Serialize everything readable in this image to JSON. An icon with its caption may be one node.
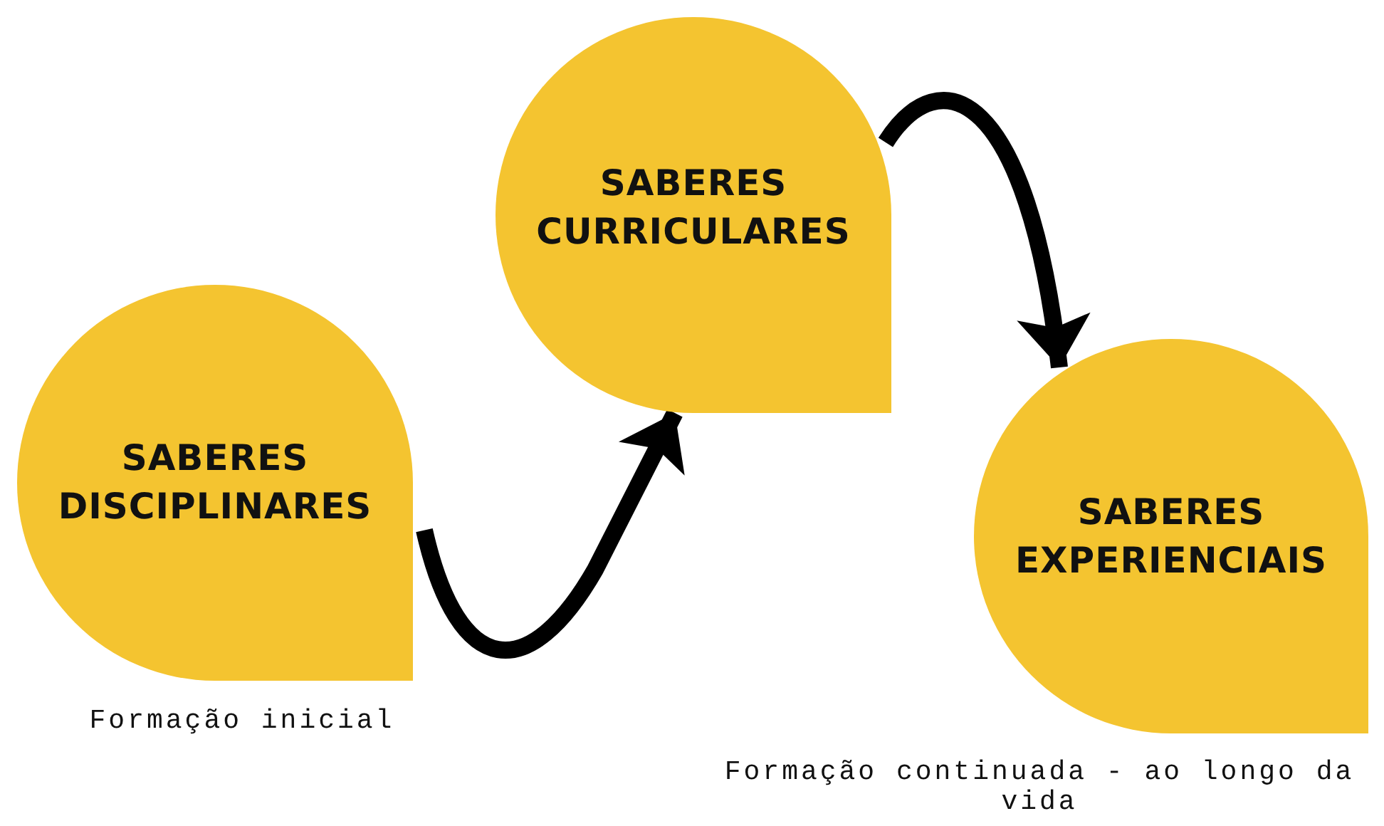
{
  "diagram": {
    "nodes": [
      {
        "text": [
          "SABERES DISCIPLINARES"
        ],
        "beside": [
          "Formação inicial"
        ]
      },
      {
        "text": [
          "SABERES CURRICULARES"
        ]
      },
      {
        "text": [
          "SABERES EXPERIENCIAIS"
        ],
        "beside": [
          "Formação continuada - ao longo da vida"
        ]
      }
    ],
    "edges": [
      {
        "from": 0,
        "to": 1,
        "arrow": "to"
      },
      {
        "from": 1,
        "to": 2,
        "arrow": "to"
      }
    ]
  }
}
